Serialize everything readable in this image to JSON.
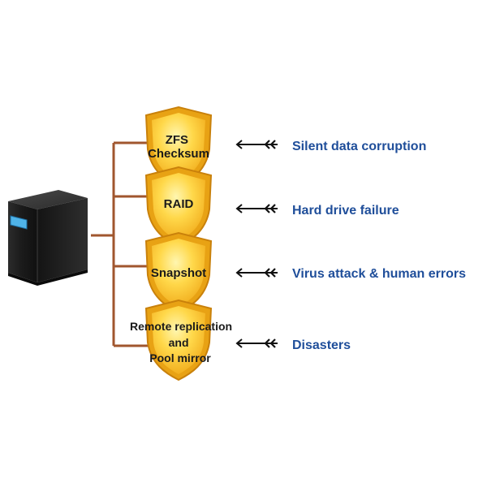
{
  "protections": [
    {
      "shield_lines": [
        "ZFS",
        "Checksum"
      ],
      "threat": "Silent data corruption"
    },
    {
      "shield_lines": [
        "RAID"
      ],
      "threat": "Hard drive failure"
    },
    {
      "shield_lines": [
        "Snapshot"
      ],
      "threat": "Virus attack & human errors"
    },
    {
      "shield_lines": [
        "Remote replication",
        "and",
        "Pool mirror"
      ],
      "threat": "Disasters"
    }
  ],
  "colors": {
    "connector": "#a0562e",
    "shield_outer": "#e8a214",
    "shield_inner": "#ffd84a",
    "shield_highlight": "#fff3a8",
    "arrow": "#111111",
    "threat_text": "#1f4e9a",
    "server_body": "#1c1c1c",
    "server_screen": "#4fb3e8"
  },
  "icons": {
    "server": "nas-server-icon",
    "shield": "shield-icon",
    "arrow": "incoming-arrow-icon"
  }
}
